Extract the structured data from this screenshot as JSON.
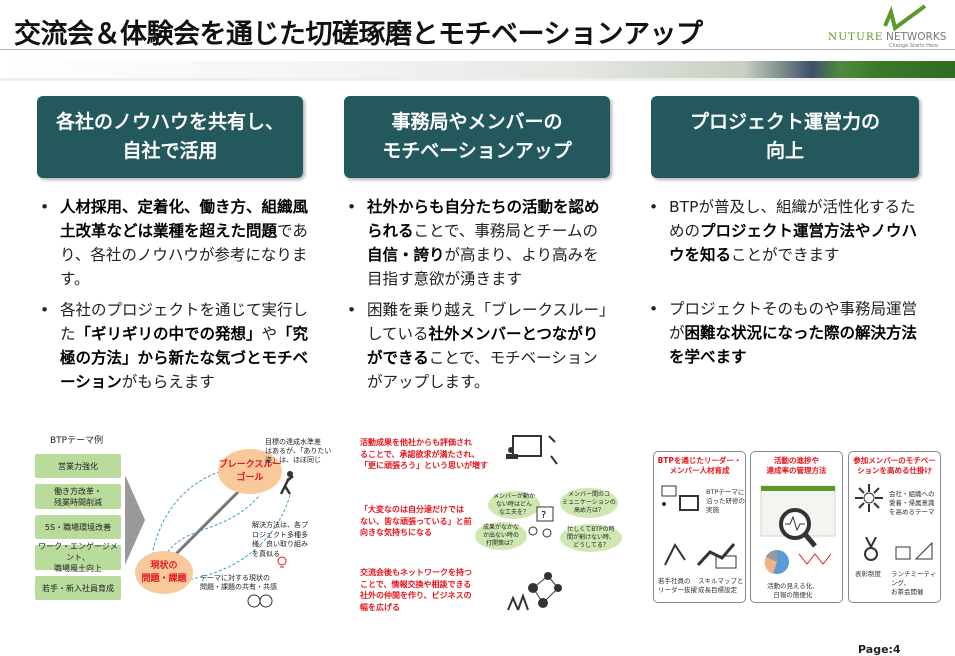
{
  "title": "交流会＆体験会を通じた切磋琢磨とモチベーションアップ",
  "logo": {
    "name_left": "NUTURE",
    "name_right": "NETWORKS",
    "tagline": "Change Starts Here"
  },
  "columns": [
    {
      "heading": "各社のノウハウを共有し、\n自社で活用",
      "bullets": [
        [
          {
            "t": "人材採用、定着化、働き方、組織風土改革などは業種を超えた問題",
            "b": true
          },
          {
            "t": "であり、各社のノウハウが参考になります。",
            "b": false
          }
        ],
        [
          {
            "t": "各社のプロジェクトを通じて実行した",
            "b": false
          },
          {
            "t": "「ギリギリの中での発想」",
            "b": true
          },
          {
            "t": "や",
            "b": false
          },
          {
            "t": "「究極の方法」",
            "b": true
          },
          {
            "t": "から新たな気づとモチベーション",
            "b": true
          },
          {
            "t": "がもらえます",
            "b": false
          }
        ]
      ]
    },
    {
      "heading": "事務局やメンバーの\nモチベーションアップ",
      "bullets": [
        [
          {
            "t": "社外からも自分たちの活動を認められる",
            "b": true
          },
          {
            "t": "ことで、事務局とチームの",
            "b": false
          },
          {
            "t": "自信・誇り",
            "b": true
          },
          {
            "t": "が高まり、より高みを目指す意欲が湧きます",
            "b": false
          }
        ],
        [
          {
            "t": "困難を乗り越え「ブレークスルー」している",
            "b": false
          },
          {
            "t": "社外メンバーとつながりができる",
            "b": true
          },
          {
            "t": "ことで、モチベーションがアップします。",
            "b": false
          }
        ]
      ]
    },
    {
      "heading": "プロジェクト運営力の\n向上",
      "bullets": [
        [
          {
            "t": "BTPが普及し、組織が活性化するための",
            "b": false
          },
          {
            "t": "プロジェクト運営方法やノウハウを知る",
            "b": true
          },
          {
            "t": "ことができます",
            "b": false
          }
        ],
        [
          {
            "t": "プロジェクトそのものや事務局運営が",
            "b": false
          },
          {
            "t": "困難な状況になった際の解決方法を学べます",
            "b": true
          }
        ]
      ]
    }
  ],
  "diagram1": {
    "label": "BTPテーマ例",
    "themes": [
      "営業力強化",
      "働き方改革・\n残業時間削減",
      "5S・職場環境改善",
      "ワーク・エンゲージメント、\n職場風土向上",
      "若手・新入社員育成"
    ],
    "goal": "ブレークスルー\nゴール",
    "current": "現状の\n問題・課題",
    "note_goal": "目標の達成水準差\nはあるが、「ありたい\n姿」は、ほぼ同じ",
    "note_solution": "解決方法は、各プ\nロジェクト多種多\n様。良い取り組み\nを真似る",
    "note_share": "テーマに対する現状の\n問題・課題の共有・共感"
  },
  "diagram2": {
    "points": [
      "活動成果を他社からも評価され\nることで、承認欲求が満たされ、\n「更に頑張ろう」という思いが増す",
      "「大変なのは自分達だけでは\nない、皆な頑張っている」と前\n向きな気持ちになる",
      "交流会後もネットワークを持つ\nことで、情報交換や相談できる\n社外の仲間を作り、ビジネスの\n幅を広げる"
    ],
    "clouds": [
      "メンバーが動か\nない時はどん\nな工夫を？",
      "メンバー間のコ\nミュニケーションの\n高め方は？",
      "成果がなかな\nか出ない時の\n打開策は？",
      "忙しくてBTPの時\n間が割けない時、\nどうしてる？"
    ]
  },
  "panels": [
    {
      "title": "BTPを通じたリーダー・\nメンバー人材育成",
      "items": [
        "BTPテーマに\n沿った研修の\n実施",
        "若手社員の\nリーダー抜擢",
        "スキルマップと\n成長目標設定"
      ]
    },
    {
      "title": "活動の進捗や\n達成率の管理方法",
      "items": [
        "活動の見える化、\n日報の簡便化"
      ]
    },
    {
      "title": "参加メンバーのモチベー\nションを高める仕掛け",
      "items": [
        "会社・組織への\n愛着・帰属意識\nを高めるテーマ",
        "表彰制度",
        "ランチミーティング、\nお茶会開催"
      ]
    }
  ],
  "page": "Page:4",
  "colors": {
    "heading_bg": "#23595d",
    "accent_red": "#e8141c",
    "theme_green": "#b9dc9c",
    "brand_green": "#5a9a2a"
  }
}
